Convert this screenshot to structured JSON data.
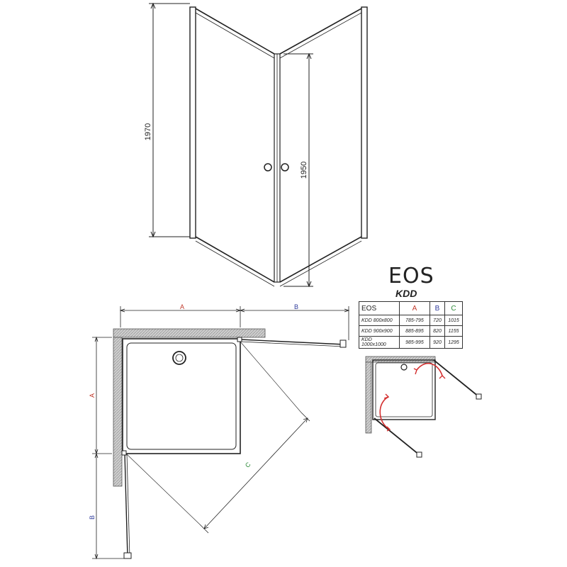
{
  "product": {
    "title": "EOS",
    "subtitle": "KDD"
  },
  "elevation": {
    "height_frame": "1970",
    "height_door": "1950"
  },
  "plan_labels": {
    "a_top": "A",
    "b_top": "B",
    "a_side": "A",
    "b_side": "B",
    "c_diag": "C"
  },
  "spec_table": {
    "header": [
      "EOS",
      "A",
      "B",
      "C"
    ],
    "rows": [
      [
        "KDD 800x800",
        "785-795",
        "720",
        "1015"
      ],
      [
        "KDD 900x900",
        "885-895",
        "820",
        "1155"
      ],
      [
        "KDD 1000x1000",
        "985-995",
        "920",
        "1295"
      ]
    ]
  },
  "colors": {
    "a": "#c0392b",
    "b": "#2e3a9a",
    "c": "#2e8b3a",
    "arrow": "#d32f2f",
    "line": "#222222",
    "wall": "#bdbdbd"
  }
}
